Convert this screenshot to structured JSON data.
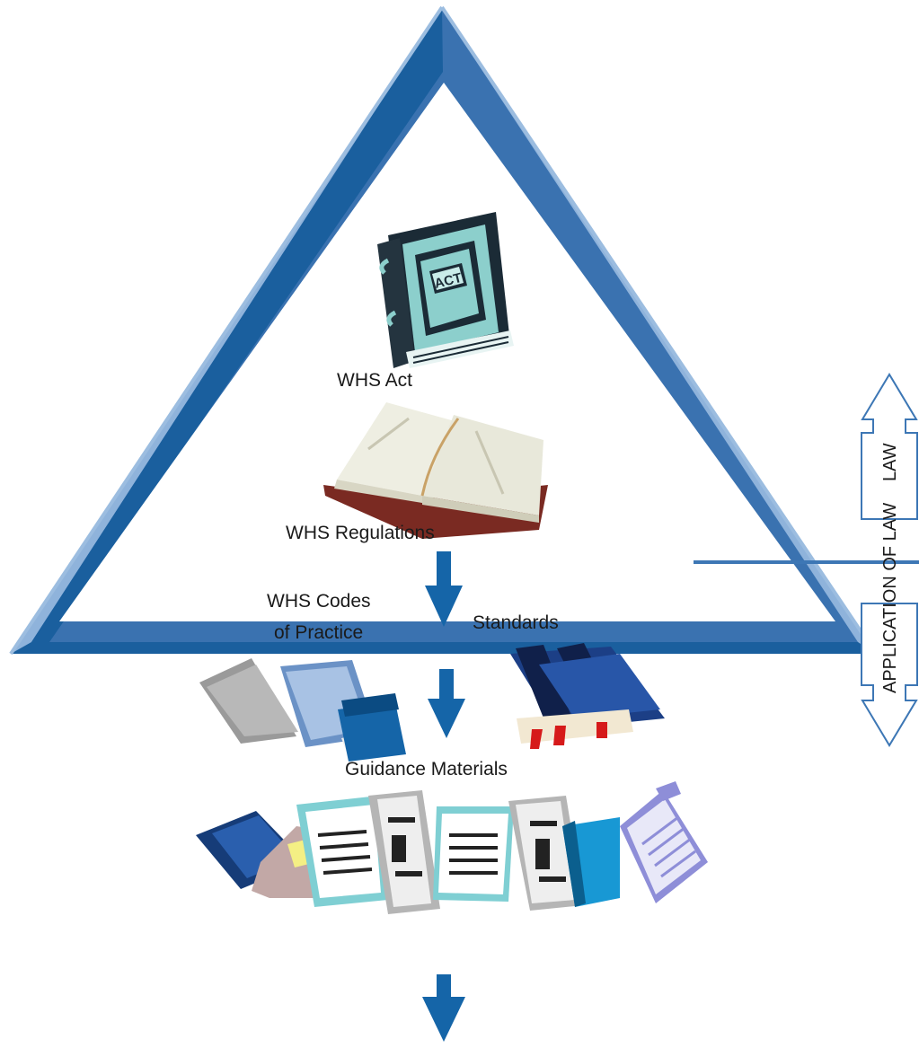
{
  "diagram": {
    "levels": {
      "act": "WHS Act",
      "regulations": "WHS Regulations",
      "codes_line1": "WHS Codes",
      "codes_line2": "of Practice",
      "standards": "Standards",
      "guidance": "Guidance Materials"
    },
    "act_book_label": "ACT",
    "side_labels": {
      "law": "LAW",
      "application": "APPLICATION OF LAW"
    }
  },
  "colors": {
    "frame_dark": "#1a5f9e",
    "frame_light": "#8fb3db",
    "arrow_blue": "#1565a8",
    "outline_blue": "#3d77b5"
  }
}
